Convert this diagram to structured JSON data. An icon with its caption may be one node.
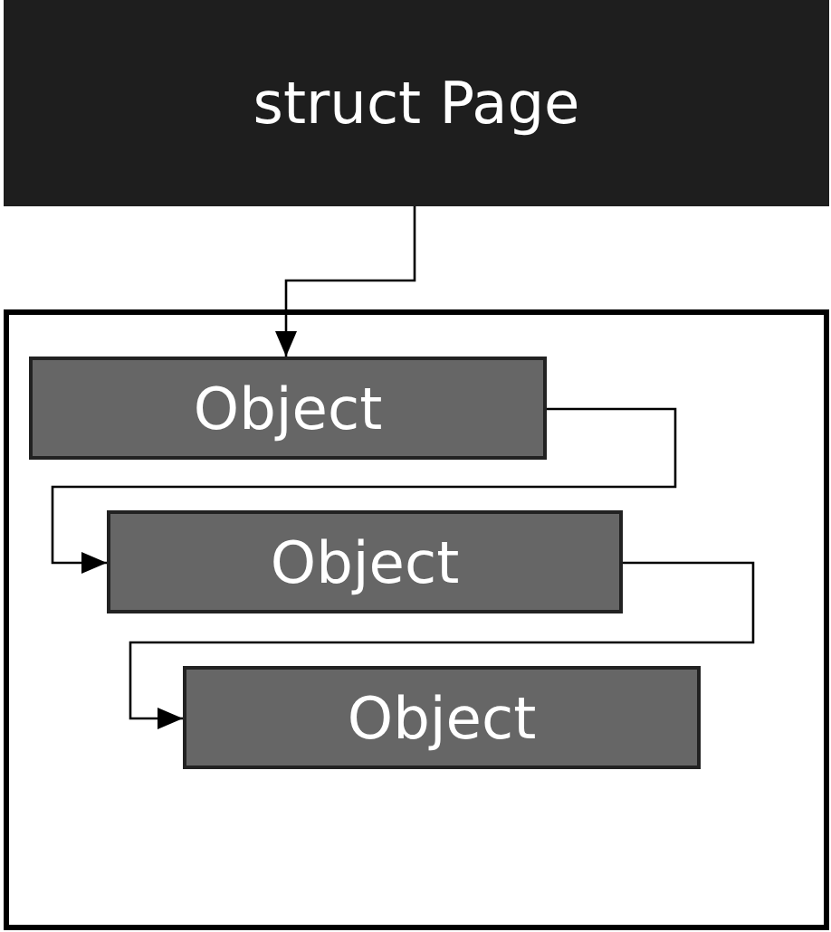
{
  "diagram": {
    "nodes": [
      {
        "text": [
          "struct Page"
        ]
      },
      {
        "text": [],
        "shape": "box"
      },
      {
        "text": [
          "Object"
        ],
        "in": 1
      },
      {
        "text": [
          "Object"
        ],
        "in": 1
      },
      {
        "text": [
          "Object"
        ],
        "in": 1
      }
    ],
    "edges": [
      {
        "from": 0,
        "to": 2,
        "arrow": "to"
      },
      {
        "from": 2,
        "to": 3,
        "arrow": "to"
      },
      {
        "from": 3,
        "to": 4,
        "arrow": "to"
      }
    ]
  }
}
